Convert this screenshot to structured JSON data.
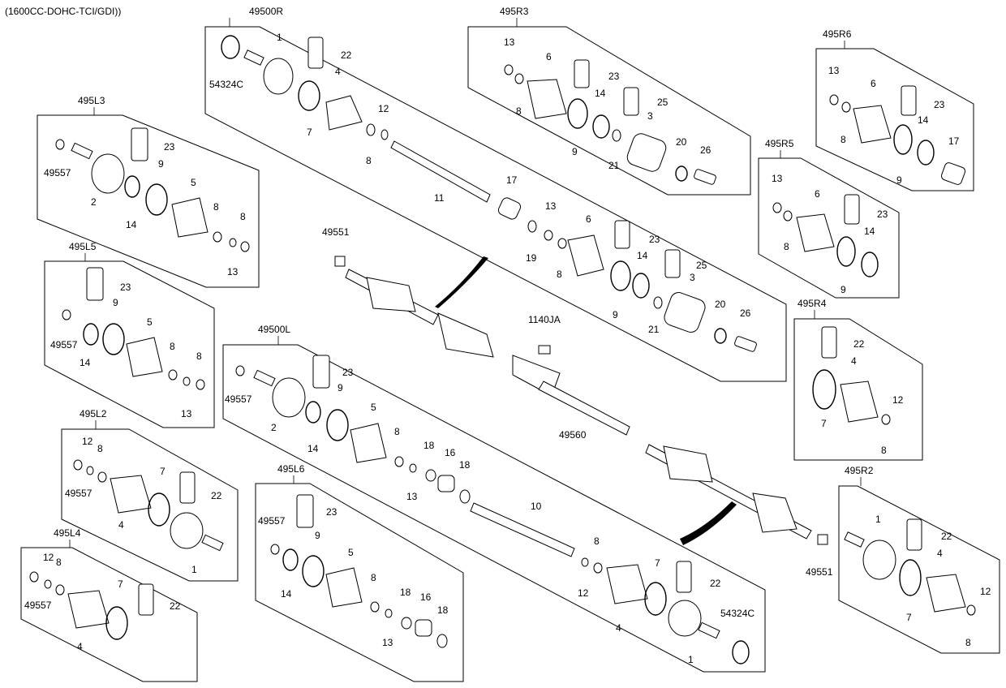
{
  "header": {
    "engine_spec": "(1600CC-DOHC-TCI/GDI))"
  },
  "groups": {
    "g49500R": "49500R",
    "g495R3": "495R3",
    "g495R6": "495R6",
    "g495R5": "495R5",
    "g495R4": "495R4",
    "g495R2": "495R2",
    "g495L3": "495L3",
    "g495L5": "495L5",
    "g495L2": "495L2",
    "g495L4": "495L4",
    "g495L6": "495L6",
    "g49500L": "49500L"
  },
  "callouts": [
    {
      "id": "a1",
      "text": "1"
    },
    {
      "id": "a2",
      "text": "22"
    },
    {
      "id": "a3",
      "text": "54324C"
    },
    {
      "id": "a4",
      "text": "4"
    },
    {
      "id": "a5",
      "text": "7"
    },
    {
      "id": "a6",
      "text": "12"
    },
    {
      "id": "a7",
      "text": "8"
    },
    {
      "id": "a8",
      "text": "11"
    },
    {
      "id": "a9",
      "text": "17"
    },
    {
      "id": "a10",
      "text": "13"
    },
    {
      "id": "a11",
      "text": "19"
    },
    {
      "id": "a12",
      "text": "6"
    },
    {
      "id": "a13",
      "text": "8"
    },
    {
      "id": "a14",
      "text": "23"
    },
    {
      "id": "a15",
      "text": "14"
    },
    {
      "id": "a16",
      "text": "25"
    },
    {
      "id": "a17",
      "text": "9"
    },
    {
      "id": "a18",
      "text": "3"
    },
    {
      "id": "a19",
      "text": "21"
    },
    {
      "id": "a20",
      "text": "20"
    },
    {
      "id": "a21",
      "text": "26"
    },
    {
      "id": "b1",
      "text": "13"
    },
    {
      "id": "b2",
      "text": "6"
    },
    {
      "id": "b3",
      "text": "23"
    },
    {
      "id": "b4",
      "text": "8"
    },
    {
      "id": "b5",
      "text": "14"
    },
    {
      "id": "b6",
      "text": "25"
    },
    {
      "id": "b7",
      "text": "9"
    },
    {
      "id": "b8",
      "text": "3"
    },
    {
      "id": "b9",
      "text": "21"
    },
    {
      "id": "b10",
      "text": "20"
    },
    {
      "id": "b11",
      "text": "26"
    },
    {
      "id": "c1",
      "text": "13"
    },
    {
      "id": "c2",
      "text": "6"
    },
    {
      "id": "c3",
      "text": "23"
    },
    {
      "id": "c4",
      "text": "8"
    },
    {
      "id": "c5",
      "text": "14"
    },
    {
      "id": "c6",
      "text": "9"
    },
    {
      "id": "c7",
      "text": "17"
    },
    {
      "id": "d1",
      "text": "13"
    },
    {
      "id": "d2",
      "text": "6"
    },
    {
      "id": "d3",
      "text": "23"
    },
    {
      "id": "d4",
      "text": "8"
    },
    {
      "id": "d5",
      "text": "14"
    },
    {
      "id": "d6",
      "text": "9"
    },
    {
      "id": "e1",
      "text": "22"
    },
    {
      "id": "e2",
      "text": "4"
    },
    {
      "id": "e3",
      "text": "12"
    },
    {
      "id": "e4",
      "text": "7"
    },
    {
      "id": "e5",
      "text": "8"
    },
    {
      "id": "f1",
      "text": "1"
    },
    {
      "id": "f2",
      "text": "22"
    },
    {
      "id": "f3",
      "text": "4"
    },
    {
      "id": "f4",
      "text": "12"
    },
    {
      "id": "f5",
      "text": "7"
    },
    {
      "id": "f6",
      "text": "8"
    },
    {
      "id": "g1",
      "text": "23"
    },
    {
      "id": "g2",
      "text": "49557"
    },
    {
      "id": "g3",
      "text": "9"
    },
    {
      "id": "g4",
      "text": "2"
    },
    {
      "id": "g5",
      "text": "5"
    },
    {
      "id": "g6",
      "text": "14"
    },
    {
      "id": "g7",
      "text": "8"
    },
    {
      "id": "g8",
      "text": "8"
    },
    {
      "id": "g9",
      "text": "13"
    },
    {
      "id": "h1",
      "text": "23"
    },
    {
      "id": "h2",
      "text": "9"
    },
    {
      "id": "h3",
      "text": "5"
    },
    {
      "id": "h4",
      "text": "49557"
    },
    {
      "id": "h5",
      "text": "14"
    },
    {
      "id": "h6",
      "text": "8"
    },
    {
      "id": "h7",
      "text": "8"
    },
    {
      "id": "h8",
      "text": "13"
    },
    {
      "id": "i1",
      "text": "12"
    },
    {
      "id": "i2",
      "text": "8"
    },
    {
      "id": "i3",
      "text": "7"
    },
    {
      "id": "i4",
      "text": "49557"
    },
    {
      "id": "i5",
      "text": "22"
    },
    {
      "id": "i6",
      "text": "4"
    },
    {
      "id": "i7",
      "text": "1"
    },
    {
      "id": "j1",
      "text": "12"
    },
    {
      "id": "j2",
      "text": "8"
    },
    {
      "id": "j3",
      "text": "7"
    },
    {
      "id": "j4",
      "text": "22"
    },
    {
      "id": "j5",
      "text": "49557"
    },
    {
      "id": "j6",
      "text": "4"
    },
    {
      "id": "k1",
      "text": "49557"
    },
    {
      "id": "k2",
      "text": "23"
    },
    {
      "id": "k3",
      "text": "9"
    },
    {
      "id": "k4",
      "text": "5"
    },
    {
      "id": "k5",
      "text": "14"
    },
    {
      "id": "k6",
      "text": "8"
    },
    {
      "id": "k7",
      "text": "18"
    },
    {
      "id": "k8",
      "text": "16"
    },
    {
      "id": "k9",
      "text": "18"
    },
    {
      "id": "k10",
      "text": "13"
    },
    {
      "id": "l1",
      "text": "23"
    },
    {
      "id": "l2",
      "text": "49557"
    },
    {
      "id": "l3",
      "text": "9"
    },
    {
      "id": "l4",
      "text": "2"
    },
    {
      "id": "l5",
      "text": "5"
    },
    {
      "id": "l6",
      "text": "14"
    },
    {
      "id": "l7",
      "text": "8"
    },
    {
      "id": "l8",
      "text": "18"
    },
    {
      "id": "l9",
      "text": "16"
    },
    {
      "id": "l10",
      "text": "18"
    },
    {
      "id": "l11",
      "text": "13"
    },
    {
      "id": "l12",
      "text": "10"
    },
    {
      "id": "l13",
      "text": "8"
    },
    {
      "id": "l14",
      "text": "12"
    },
    {
      "id": "l15",
      "text": "7"
    },
    {
      "id": "l16",
      "text": "22"
    },
    {
      "id": "l17",
      "text": "4"
    },
    {
      "id": "l18",
      "text": "54324C"
    },
    {
      "id": "l19",
      "text": "1"
    },
    {
      "id": "m1",
      "text": "49551"
    },
    {
      "id": "m2",
      "text": "1140JA"
    },
    {
      "id": "m3",
      "text": "49560"
    },
    {
      "id": "m4",
      "text": "49551"
    }
  ]
}
